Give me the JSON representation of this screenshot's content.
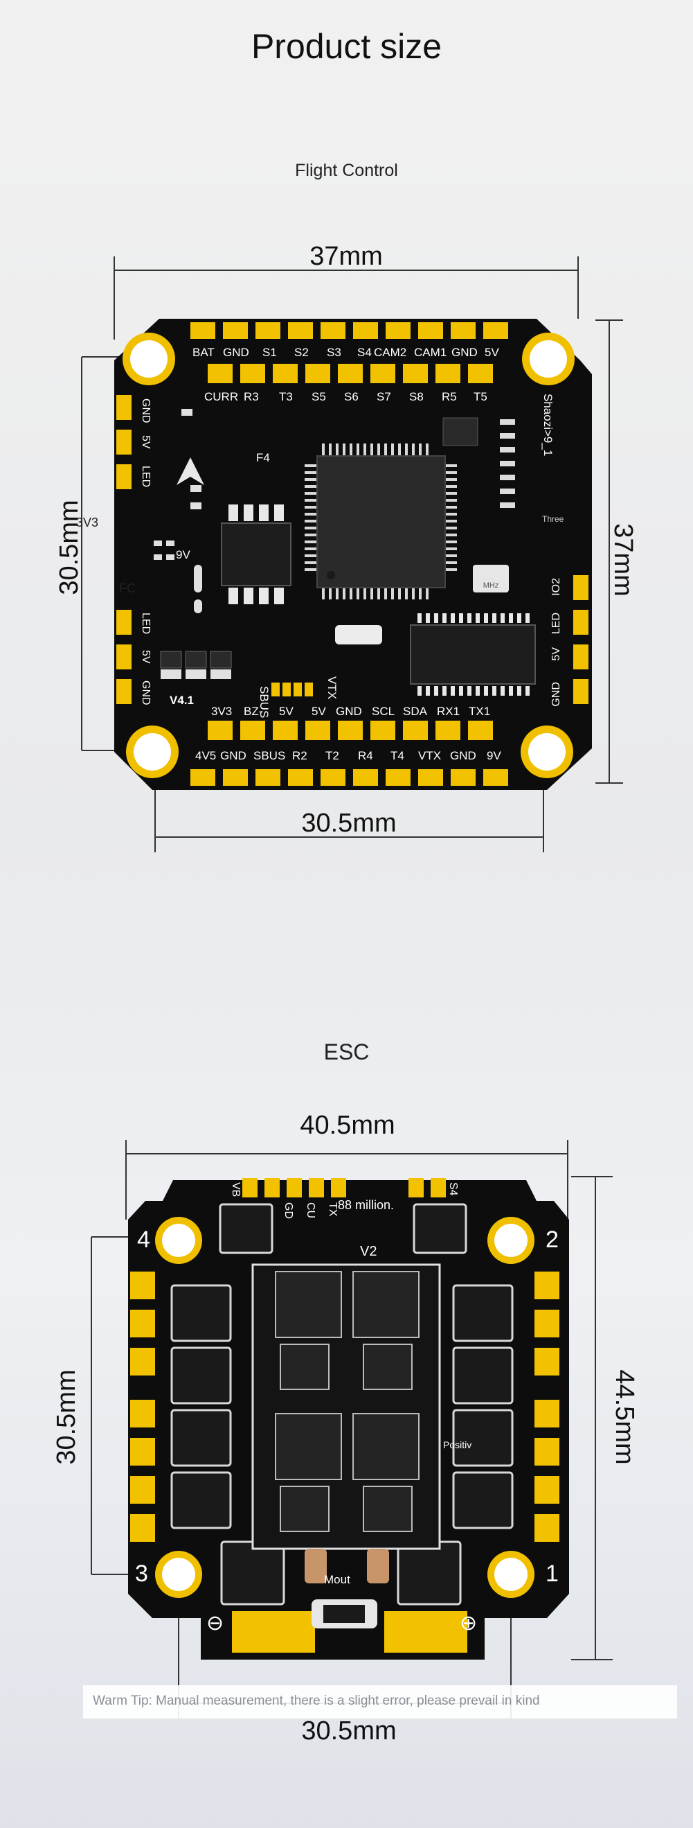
{
  "page": {
    "title": "Product size",
    "warm_tip": "Warm Tip: Manual measurement, there is a slight error, please prevail in kind"
  },
  "flight_control": {
    "title": "Flight Control",
    "dim_top": "37mm",
    "dim_left": "30.5mm",
    "dim_right": "37mm",
    "dim_bottom": "30.5mm",
    "board_label_f4": "F4",
    "board_label_version": "V4.1",
    "board_label_name": "Shaozi>9_1",
    "board_label_three": "Three",
    "board_label_fc": "FC",
    "board_label_3v3": "3V3",
    "board_label_9v": "9V",
    "board_label_sbus": "SBUS",
    "board_label_vtx": "VTX",
    "board_label_mhz": "MHz",
    "top_row1": [
      "BAT",
      "GND",
      "S1",
      "S2",
      "S3",
      "S4",
      "CAM2",
      "CAM1",
      "GND",
      "5V"
    ],
    "top_row2": [
      "CURR",
      "R3",
      "T3",
      "S5",
      "S6",
      "S7",
      "S8",
      "R5",
      "T5"
    ],
    "bottom_row1": [
      "3V3",
      "BZ-",
      "5V",
      "5V",
      "GND",
      "SCL",
      "SDA",
      "RX1",
      "TX1"
    ],
    "bottom_row2": [
      "4V5",
      "GND",
      "SBUS",
      "R2",
      "T2",
      "R4",
      "T4",
      "VTX",
      "GND",
      "9V"
    ],
    "left_top": [
      "GND",
      "5V",
      "LED"
    ],
    "left_bottom": [
      "LED",
      "5V",
      "GND"
    ],
    "right_bottom": [
      "IO2",
      "LED",
      "5V",
      "GND"
    ]
  },
  "esc": {
    "title": "ESC",
    "dim_top": "40.5mm",
    "dim_left": "30.5mm",
    "dim_right": "44.5mm",
    "dim_bottom": "30.5mm",
    "corner_labels": [
      "4",
      "2",
      "3",
      "1"
    ],
    "top_labels": [
      "VB",
      "GD",
      "CU",
      "TX",
      "S4"
    ],
    "brand_text": "88 million.",
    "version": "V2",
    "positive_label": "Positiv",
    "mount_label": "Mout",
    "minus_symbol": "⊖",
    "plus_symbol": "⊕"
  },
  "colors": {
    "board": "#0d0d0d",
    "pad": "#f2c200",
    "ring": "#f0c000"
  }
}
